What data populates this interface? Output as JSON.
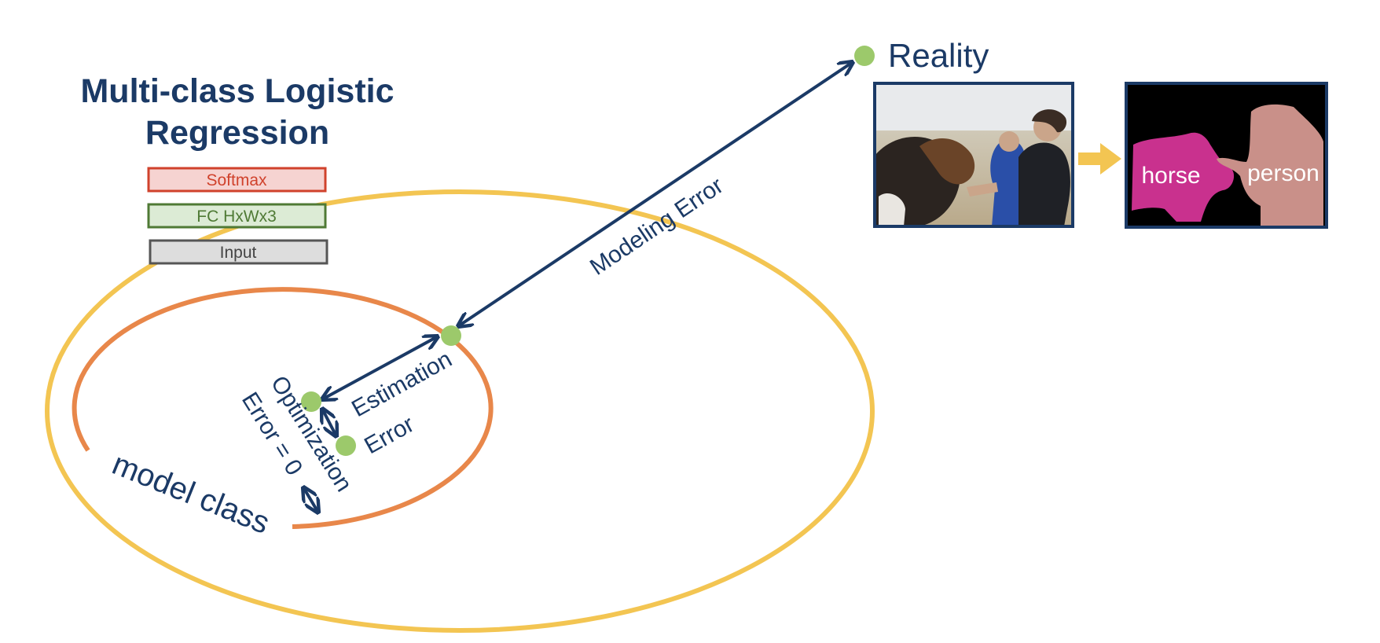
{
  "title": {
    "line1": "Multi-class Logistic",
    "line2": "Regression"
  },
  "layers": {
    "softmax": "Softmax",
    "fc": "FC HxWx3",
    "input": "Input"
  },
  "labels": {
    "reality": "Reality",
    "modeling_error": "Modeling Error",
    "estimation_error_1": "Estimation",
    "estimation_error_2": "Error",
    "optimization_error_1": "Optimization",
    "optimization_error_2": "Error = 0",
    "model_class": "model class"
  },
  "segmentation": {
    "horse_label": "horse",
    "person_label": "person"
  },
  "colors": {
    "navy": "#1b3a66",
    "dot_green": "#9cc96b",
    "outer_ellipse": "#f3c552",
    "inner_ellipse": "#e8874a",
    "softmax_fill": "#f6d3d1",
    "softmax_stroke": "#d0422c",
    "fc_fill": "#dcebd5",
    "fc_stroke": "#4f7a35",
    "input_fill": "#dddddd",
    "input_stroke": "#555555",
    "arrow_orange": "#f3c552",
    "horse_mask": "#c9318e",
    "person_mask": "#c99089"
  }
}
